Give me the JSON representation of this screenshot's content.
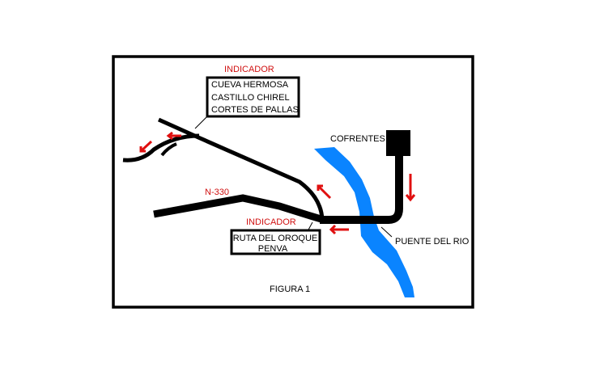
{
  "figure": {
    "caption": "FIGURA 1",
    "labels": {
      "indicador_top": "INDICADOR",
      "sign_top_lines": [
        "CUEVA  HERMOSA",
        "CASTILLO CHIREL",
        "CORTES DE PALLAS"
      ],
      "road_name": "N-330",
      "indicador_bottom": "INDICADOR",
      "sign_bottom_lines": [
        "RUTA DEL OROQUE",
        "PENVA"
      ],
      "town": "COFRENTES",
      "bridge": "PUENTE DEL RIO"
    },
    "colors": {
      "road": "#000000",
      "river": "#0a84ff",
      "arrow": "#e01010",
      "label_red": "#d01010"
    }
  }
}
